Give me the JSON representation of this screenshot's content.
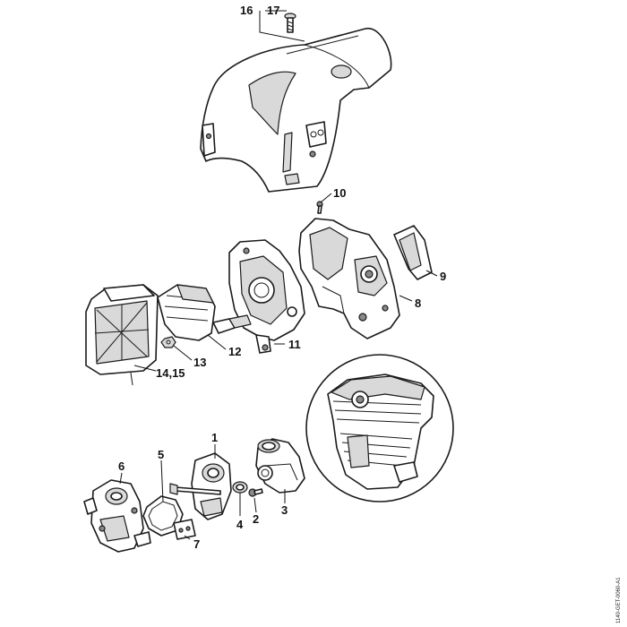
{
  "callouts": [
    {
      "id": "16",
      "text": "16"
    },
    {
      "id": "17",
      "text": "17"
    },
    {
      "id": "10",
      "text": "10"
    },
    {
      "id": "9",
      "text": "9"
    },
    {
      "id": "8",
      "text": "8"
    },
    {
      "id": "11",
      "text": "11"
    },
    {
      "id": "12",
      "text": "12"
    },
    {
      "id": "13",
      "text": "13"
    },
    {
      "id": "14-15",
      "text": "14,15"
    },
    {
      "id": "1",
      "text": "1"
    },
    {
      "id": "2",
      "text": "2"
    },
    {
      "id": "3",
      "text": "3"
    },
    {
      "id": "4",
      "text": "4"
    },
    {
      "id": "5",
      "text": "5"
    },
    {
      "id": "6",
      "text": "6"
    },
    {
      "id": "7",
      "text": "7"
    }
  ],
  "reference_code": "1140-GET-0060-A1"
}
